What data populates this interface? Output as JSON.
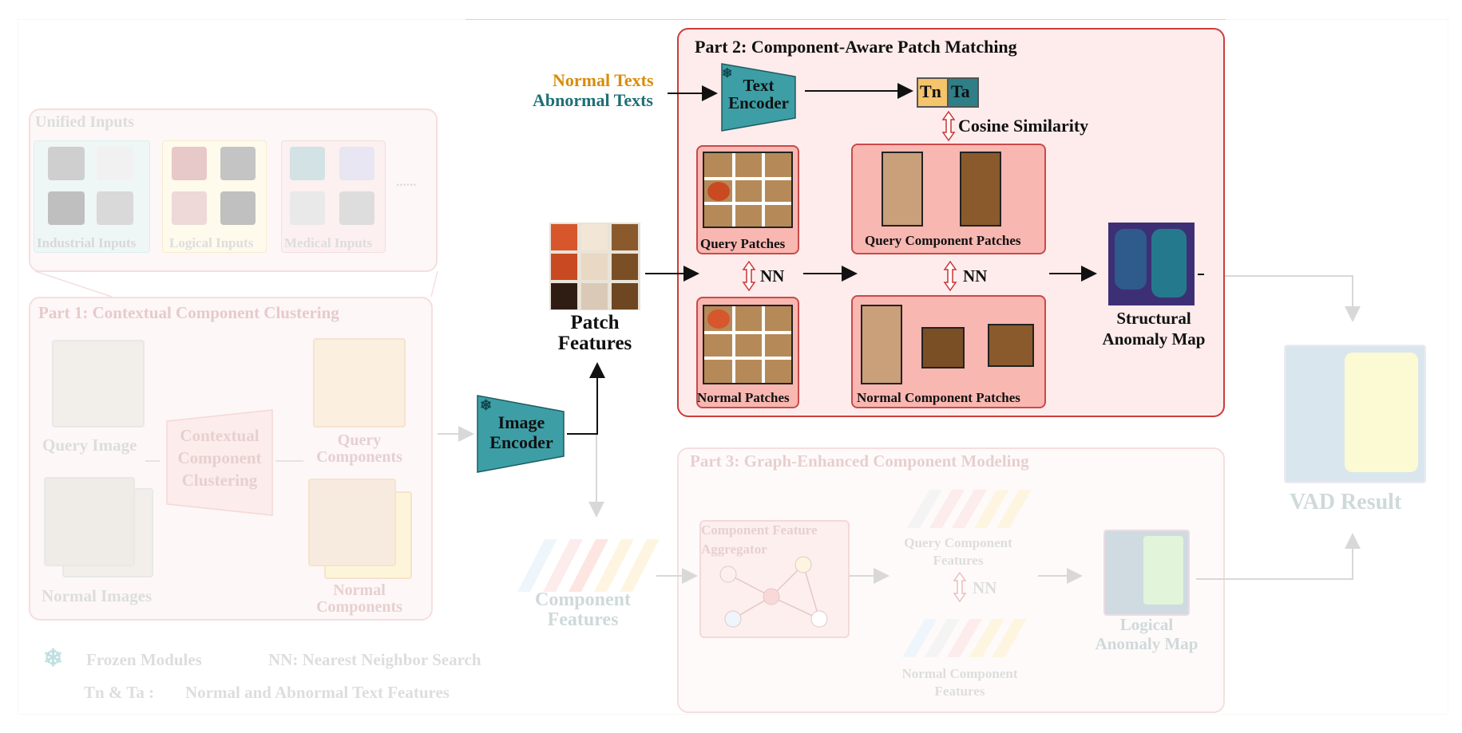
{
  "unified": {
    "title": "Unified Inputs",
    "industrial": "Industrial Inputs",
    "logical": "Logical Inputs",
    "medical": "Medical Inputs",
    "ellipsis": "......"
  },
  "part1": {
    "title": "Part 1: Contextual Component Clustering",
    "query_image": "Query Image",
    "normal_images": "Normal Images",
    "clustering_l1": "Contextual",
    "clustering_l2": "Component",
    "clustering_l3": "Clustering",
    "query_comp_l1": "Query",
    "query_comp_l2": "Components",
    "normal_comp_l1": "Normal",
    "normal_comp_l2": "Components"
  },
  "legend": {
    "frozen": "Frozen Modules",
    "nn": "NN:  Nearest Neighbor Search",
    "tnta": "Tn & Ta :",
    "tnta_desc": "Normal and Abnormal Text Features"
  },
  "image_encoder": {
    "l1": "Image",
    "l2": "Encoder"
  },
  "patch_features": {
    "l1": "Patch",
    "l2": "Features"
  },
  "component_features": {
    "l1": "Component",
    "l2": "Features"
  },
  "part2": {
    "title": "Part 2: Component-Aware Patch Matching",
    "normal_texts": "Normal Texts",
    "abnormal_texts": "Abnormal Texts",
    "text_encoder_l1": "Text",
    "text_encoder_l2": "Encoder",
    "tn": "Tn",
    "ta": "Ta",
    "cosine": "Cosine Similarity",
    "query_patches": "Query Patches",
    "query_component_patches": "Query Component Patches",
    "normal_patches": "Normal Patches",
    "normal_component_patches": "Normal Component Patches",
    "nn_left": "NN",
    "nn_right": "NN",
    "struct_l1": "Structural",
    "struct_l2": "Anomaly Map"
  },
  "part3": {
    "title": "Part 3: Graph-Enhanced Component Modeling",
    "aggregator_l1": "Component Feature",
    "aggregator_l2": "Aggregator",
    "query_comp_feat_l1": "Query Component",
    "query_comp_feat_l2": "Features",
    "nn": "NN",
    "normal_comp_feat_l1": "Normal Component",
    "normal_comp_feat_l2": "Features",
    "logical_l1": "Logical",
    "logical_l2": "Anomaly Map"
  },
  "vad_result": "VAD Result",
  "colors": {
    "teal": "#3d9ea6",
    "normal_text": "#d98c0a",
    "abnormal_text": "#1f6f78",
    "panel_border": "#cc3c3c",
    "panel_fill": "#fdeceb",
    "box_fill": "#f9b7b1",
    "tn_fill": "#f5c46b",
    "ta_fill": "#2f7f88"
  }
}
